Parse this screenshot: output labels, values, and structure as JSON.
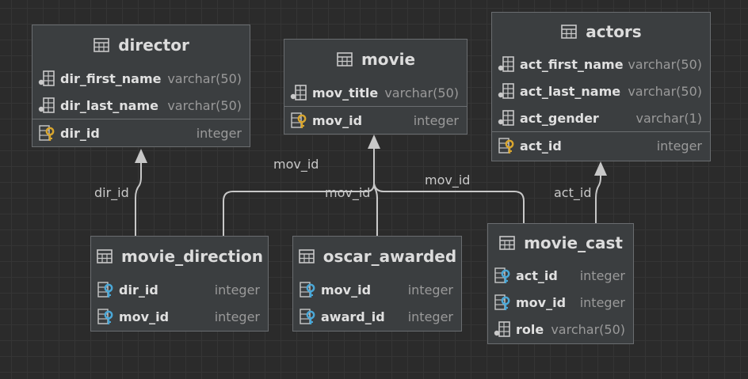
{
  "tables": {
    "director": {
      "title": "director",
      "columns": [
        {
          "name": "dir_first_name",
          "type": "varchar(50)",
          "icon": "column-icon"
        },
        {
          "name": "dir_last_name",
          "type": "varchar(50)",
          "icon": "column-icon"
        }
      ],
      "keys": [
        {
          "name": "dir_id",
          "type": "integer",
          "icon": "primary-key-icon"
        }
      ]
    },
    "movie": {
      "title": "movie",
      "columns": [
        {
          "name": "mov_title",
          "type": "varchar(50)",
          "icon": "column-icon"
        }
      ],
      "keys": [
        {
          "name": "mov_id",
          "type": "integer",
          "icon": "primary-key-icon"
        }
      ]
    },
    "actors": {
      "title": "actors",
      "columns": [
        {
          "name": "act_first_name",
          "type": "varchar(50)",
          "icon": "column-icon"
        },
        {
          "name": "act_last_name",
          "type": "varchar(50)",
          "icon": "column-icon"
        },
        {
          "name": "act_gender",
          "type": "varchar(1)",
          "icon": "column-icon"
        }
      ],
      "keys": [
        {
          "name": "act_id",
          "type": "integer",
          "icon": "primary-key-icon"
        }
      ]
    },
    "movie_direction": {
      "title": "movie_direction",
      "rows": [
        {
          "name": "dir_id",
          "type": "integer",
          "icon": "foreign-key-icon"
        },
        {
          "name": "mov_id",
          "type": "integer",
          "icon": "foreign-key-icon"
        }
      ]
    },
    "oscar_awarded": {
      "title": "oscar_awarded",
      "rows": [
        {
          "name": "mov_id",
          "type": "integer",
          "icon": "foreign-key-icon"
        },
        {
          "name": "award_id",
          "type": "integer",
          "icon": "foreign-key-icon"
        }
      ]
    },
    "movie_cast": {
      "title": "movie_cast",
      "rows": [
        {
          "name": "act_id",
          "type": "integer",
          "icon": "foreign-key-icon"
        },
        {
          "name": "mov_id",
          "type": "integer",
          "icon": "foreign-key-icon"
        },
        {
          "name": "role",
          "type": "varchar(50)",
          "icon": "column-icon"
        }
      ]
    }
  },
  "edges": {
    "dir_id": "dir_id",
    "mov_id_direction": "mov_id",
    "mov_id_oscar": "mov_id",
    "mov_id_cast": "mov_id",
    "act_id": "act_id"
  },
  "colors": {
    "background": "#2b2b2b",
    "table_fill": "#3b3e40",
    "table_border": "#6a6d70",
    "primary_key": "#d9a62e",
    "foreign_key": "#4aa8d8",
    "edge": "#c8c8c8"
  }
}
